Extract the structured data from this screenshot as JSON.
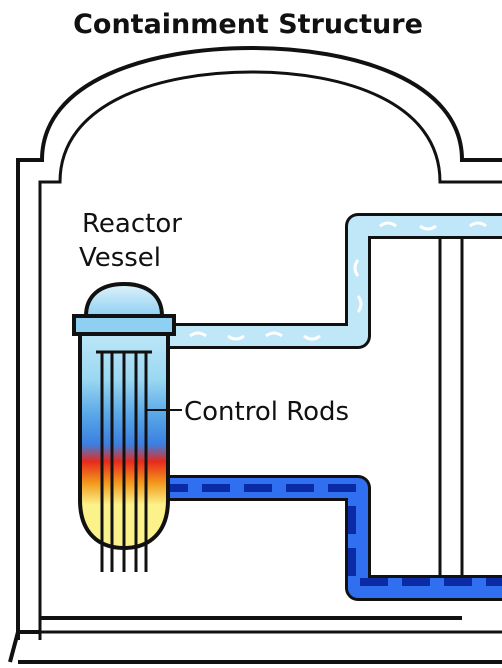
{
  "labels": {
    "title": "Containment Structure",
    "reactor_vessel_line1": "Reactor",
    "reactor_vessel_line2": "Vessel",
    "control_rods": "Control Rods"
  },
  "colors": {
    "outline": "#111111",
    "background": "#ffffff",
    "steam_light": "#cfeefa",
    "steam_mid": "#8fd0f2",
    "water_dark_blue": "#1a3fd6",
    "water_dash": "#0a2aa6",
    "core_red": "#e82a1c",
    "core_orange": "#f39a1c",
    "core_yellow": "#fbf28a",
    "vessel_blue_top": "#9ad8f2",
    "vessel_blue_mid": "#5aa8e8"
  }
}
